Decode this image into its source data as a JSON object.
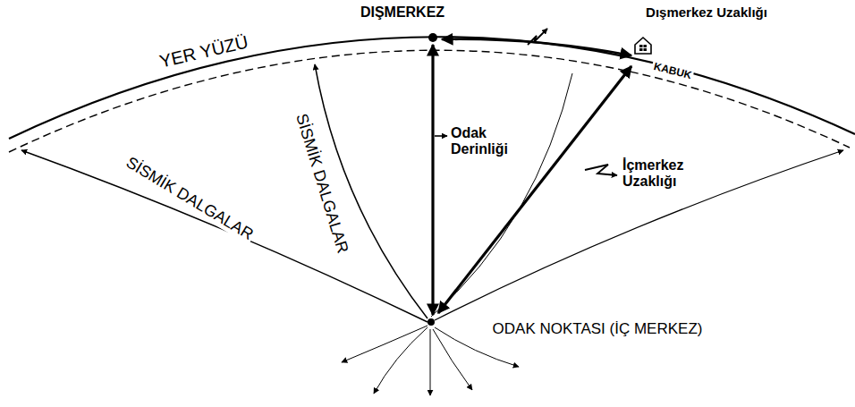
{
  "diagram": {
    "labels": [
      "DIŞMERKEZ",
      "Dışmerkez Uzaklığı",
      "YER YÜZÜ",
      "KABUK",
      "SİSMİK DALGALAR",
      "Odak Derinliği",
      "İçmerkez Uzaklığı",
      "SİSMİK DALGALAR",
      "ODAK NOKTASI (İÇ MERKEZ)"
    ]
  }
}
